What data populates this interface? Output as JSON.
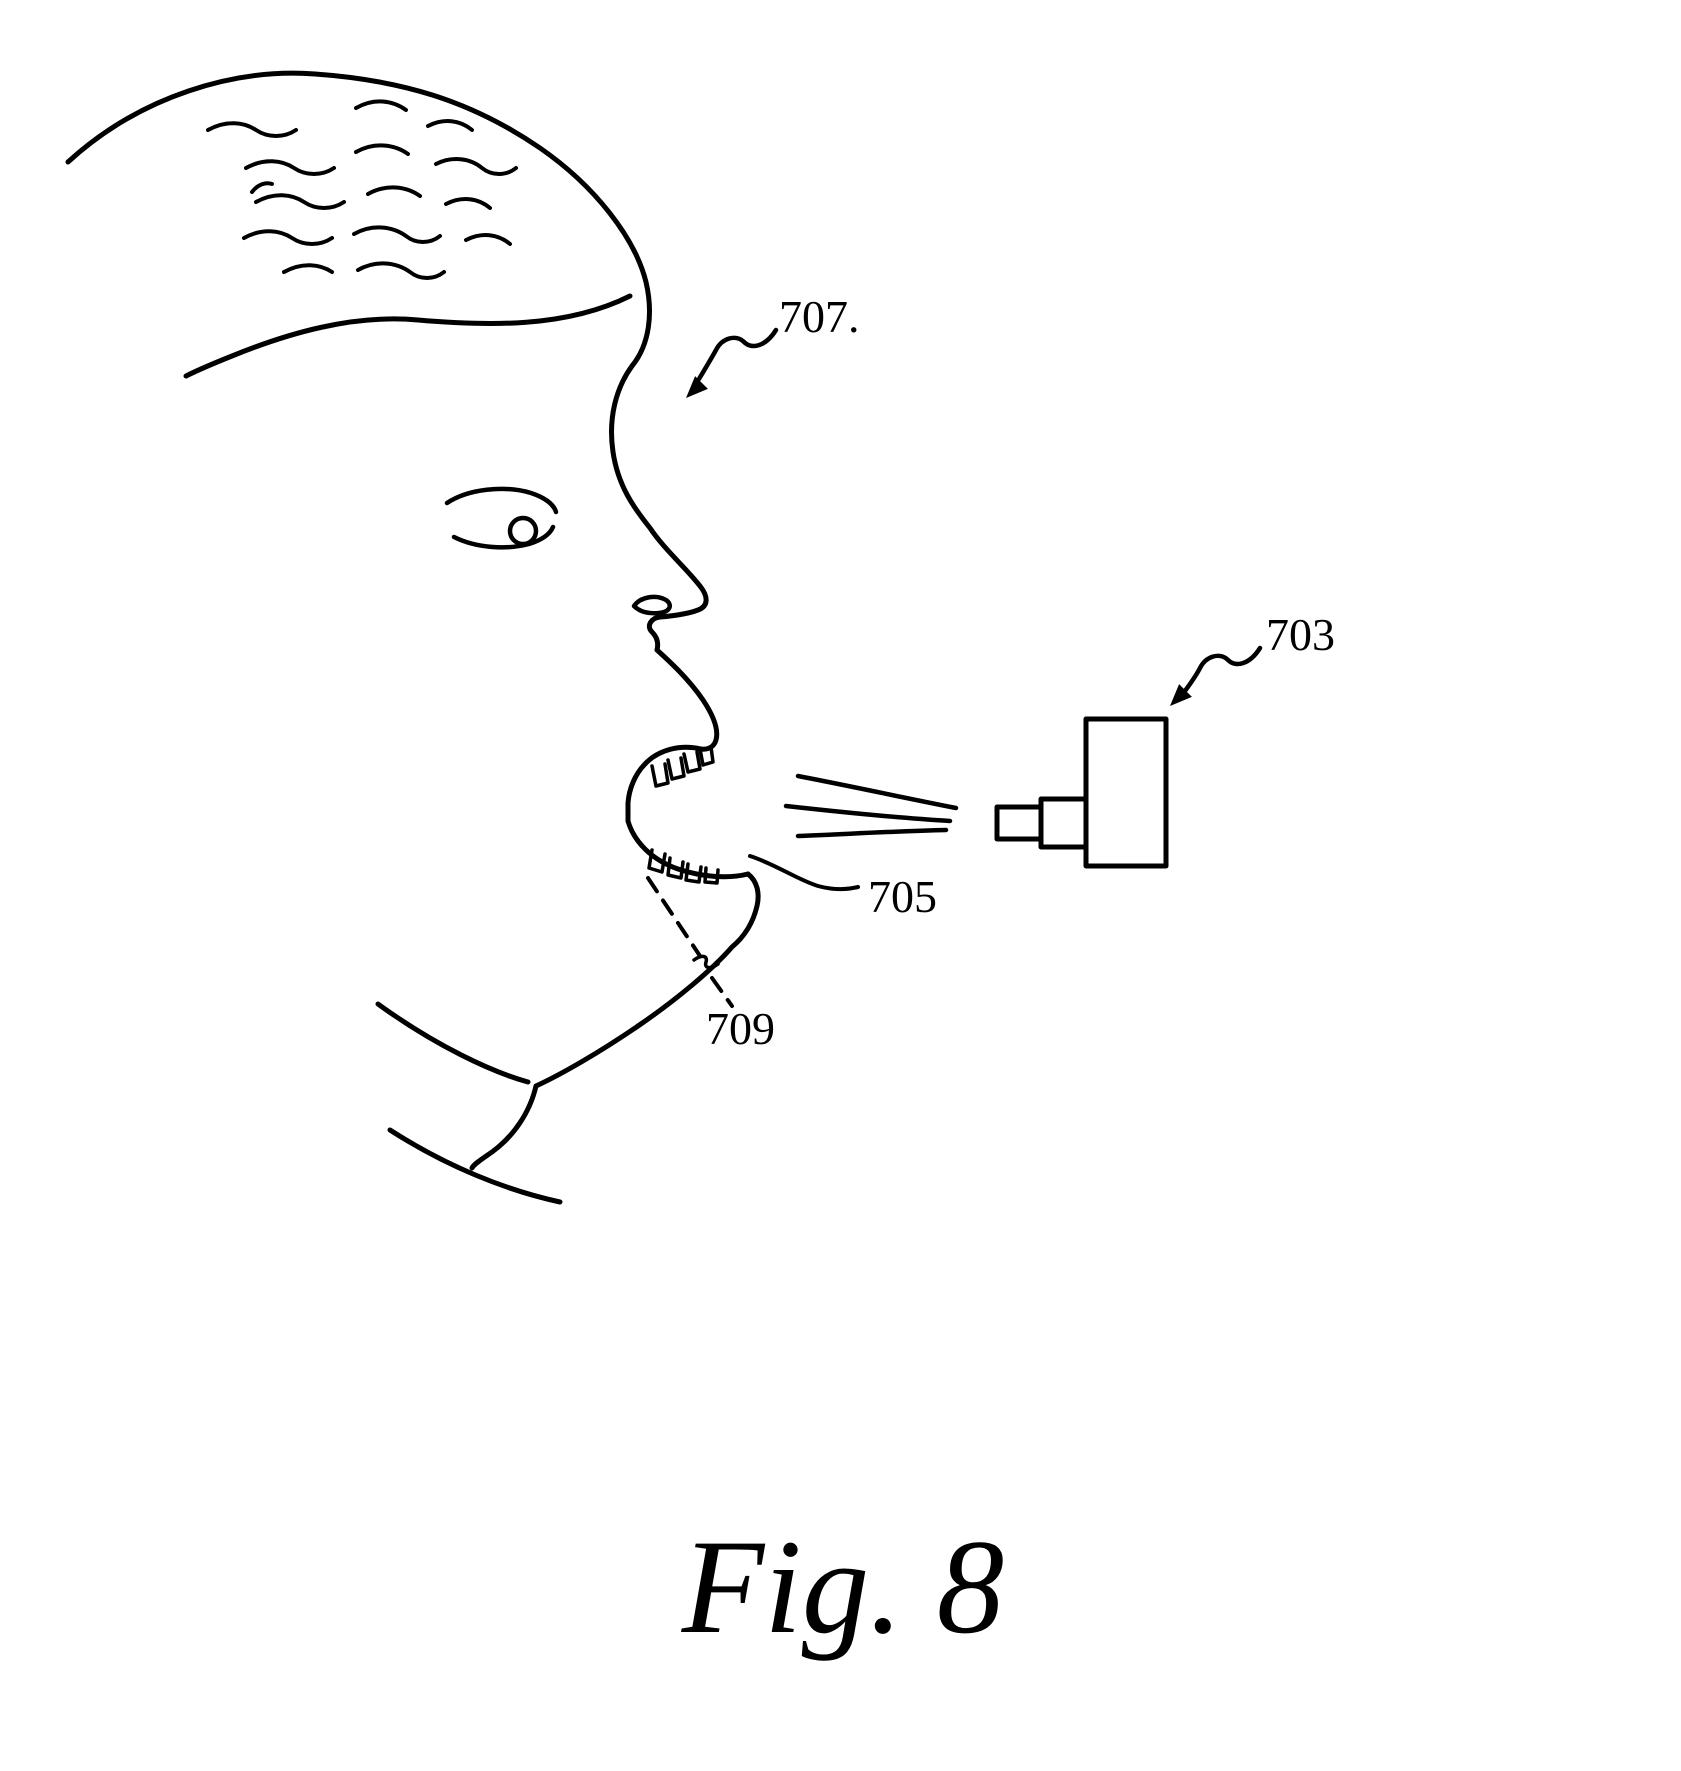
{
  "figure": {
    "caption": "Fig. 8",
    "colors": {
      "ink": "#000000",
      "background": "#ffffff"
    },
    "labels": {
      "head_ref": "707.",
      "device_ref": "703",
      "speech_ref": "705",
      "jaw_ref": "709"
    },
    "elements": {
      "head": "human-head-profile",
      "device": "sensor-device",
      "speech": "speech-sound-waves",
      "jaw": "jaw-dashed-leader"
    }
  }
}
